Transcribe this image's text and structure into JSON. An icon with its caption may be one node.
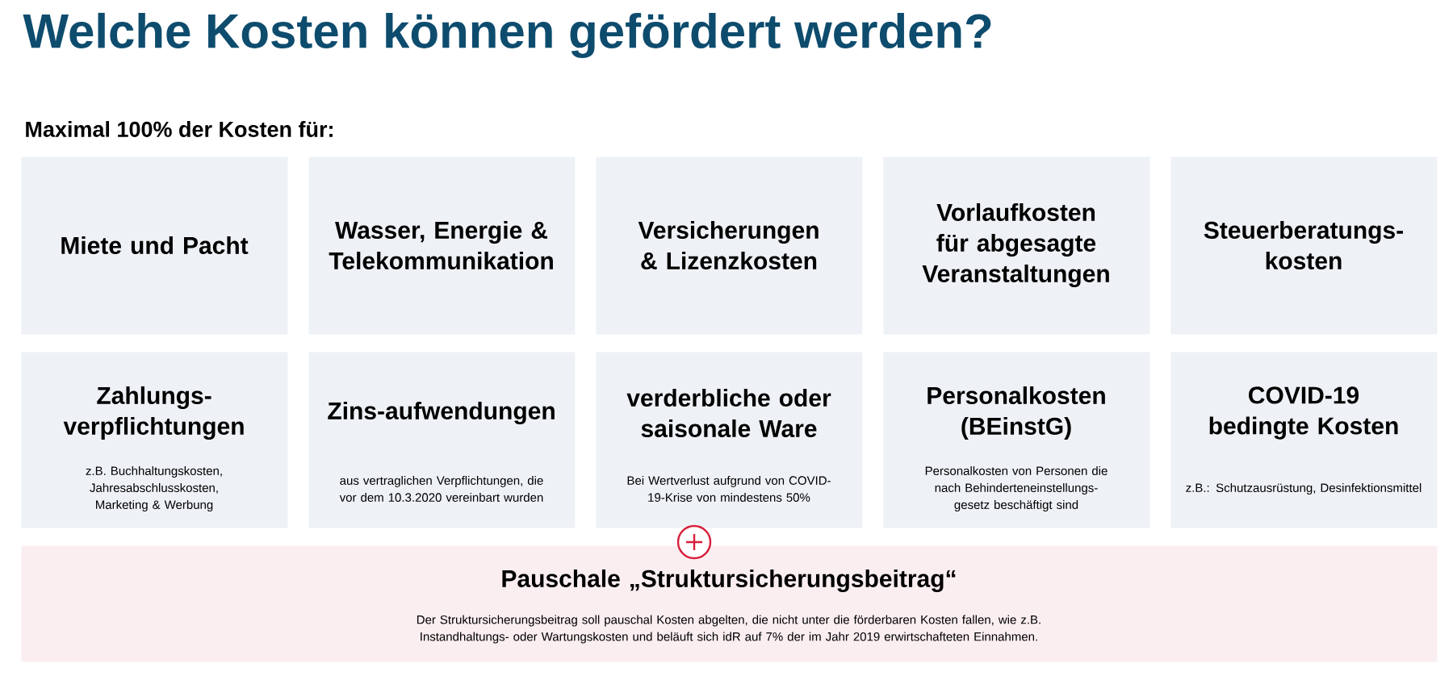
{
  "diagram": {
    "title": "Welche Kosten können gefördert werden?",
    "nodes": [
      {
        "text": [
          "Miete und Pacht"
        ]
      },
      {
        "text": [
          "Wasser, Energie & Telekommunikation"
        ]
      },
      {
        "text": [
          "Versicherungen & Lizenzkosten"
        ]
      },
      {
        "text": [
          "Vorlaufkosten für abgesagte Veranstaltungen"
        ]
      },
      {
        "text": [
          "Steuerberatungs-kosten"
        ]
      },
      {
        "text": [
          "Zahlungs-verpflichtungen",
          "z.B. Buchhaltungskosten, Jahresabschlusskosten, Marketing & Werbung"
        ]
      },
      {
        "text": [
          "Zins-aufwendungen",
          "aus vertraglichen Verpflichtungen, die vor dem 10.3.2020 vereinbart wurden"
        ]
      },
      {
        "text": [
          "verderbliche oder saisonale Ware",
          "Bei Wertverlust aufgrund von COVID-19-Krise von mindestens 50%"
        ]
      },
      {
        "text": [
          "Personalkosten (BEinstG)",
          "Personalkosten von Personen die nach Behinderteneinstellungs-gesetz beschäftigt sind"
        ]
      },
      {
        "text": [
          "COVID-19 bedingte Kosten",
          "z.B.: Schutzausrüstung, Desinfektionsmittel"
        ]
      },
      {
        "text": [
          "Pauschale „Struktursicherungsbeitrag“",
          "Der Struktursicherungsbeitrag soll pauschal Kosten abgelten, die nicht unter die förderbaren Kosten fallen, wie z.B. Instandhaltungs- oder Wartungskosten und beläuft sich idR auf 7% der im Jahr 2019 erwirtschafteten Einnahmen."
        ]
      }
    ],
    "labels": [
      "Maximal 100% der Kosten für:"
    ]
  }
}
